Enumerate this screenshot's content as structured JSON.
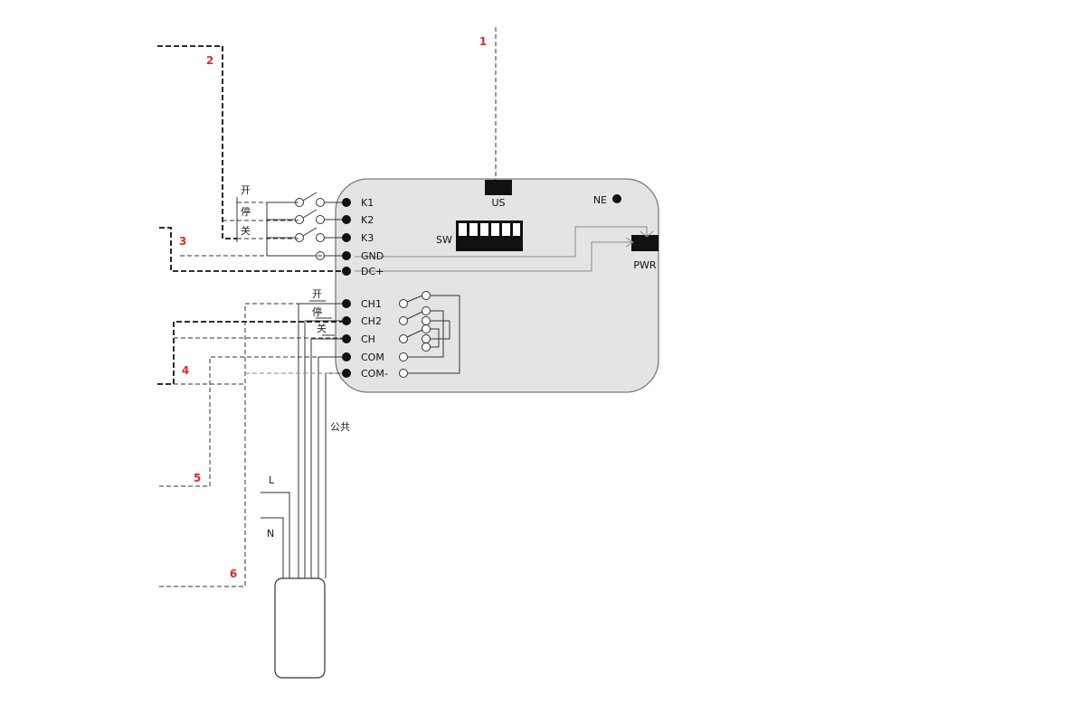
{
  "callouts": [
    "1",
    "2",
    "3",
    "4",
    "5",
    "6"
  ],
  "module": {
    "port_us": "US",
    "indicator_ne": "NE",
    "dip_switch": "SW",
    "port_pwr": "PWR"
  },
  "terminals": {
    "k1": "K1",
    "k2": "K2",
    "k3": "K3",
    "gnd": "GND",
    "dc_plus": "DC+",
    "ch1": "CH1",
    "ch2": "CH2",
    "ch": "CH",
    "com": "COM",
    "com_minus": "COM-"
  },
  "upper_switches": {
    "open": "开",
    "stop": "停",
    "close": "关"
  },
  "lower_switches": {
    "open": "开",
    "stop": "停",
    "close": "关"
  },
  "common_label": "公共",
  "mains": {
    "line": "L",
    "neutral": "N"
  },
  "colors": {
    "module_fill": "#e4e4e4",
    "module_stroke": "#7a7a7a",
    "callout": "#e0282a",
    "terminal": "#111111"
  }
}
